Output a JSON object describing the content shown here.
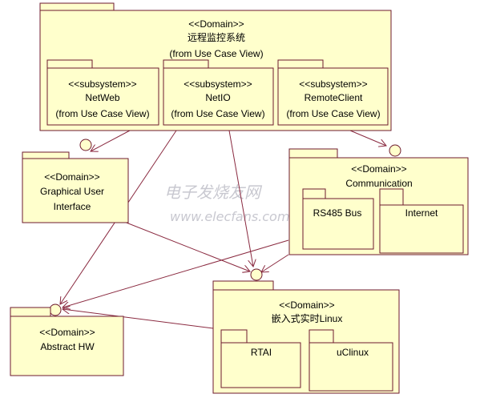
{
  "packages": {
    "remote": {
      "stereotype": "<<Domain>>",
      "name": "远程监控系统",
      "from": "(from Use Case View)",
      "subsystems": [
        {
          "stereotype": "<<subsystem>>",
          "name": "NetWeb",
          "from": "(from Use Case View)"
        },
        {
          "stereotype": "<<subsystem>>",
          "name": "NetIO",
          "from": "(from Use Case View)"
        },
        {
          "stereotype": "<<subsystem>>",
          "name": "RemoteClient",
          "from": "(from Use Case View)"
        }
      ]
    },
    "gui": {
      "stereotype": "<<Domain>>",
      "line1": "Graphical User",
      "line2": "Interface"
    },
    "comm": {
      "stereotype": "<<Domain>>",
      "name": "Communication",
      "sub1": "RS485 Bus",
      "sub2": "Internet"
    },
    "linux": {
      "stereotype": "<<Domain>>",
      "name": "嵌入式实时Linux",
      "sub1": "RTAI",
      "sub2": "uClinux"
    },
    "hw": {
      "stereotype": "<<Domain>>",
      "name": "Abstract HW"
    }
  },
  "watermark": {
    "cn": "电子发烧友网",
    "url": "www.elecfans.com"
  }
}
